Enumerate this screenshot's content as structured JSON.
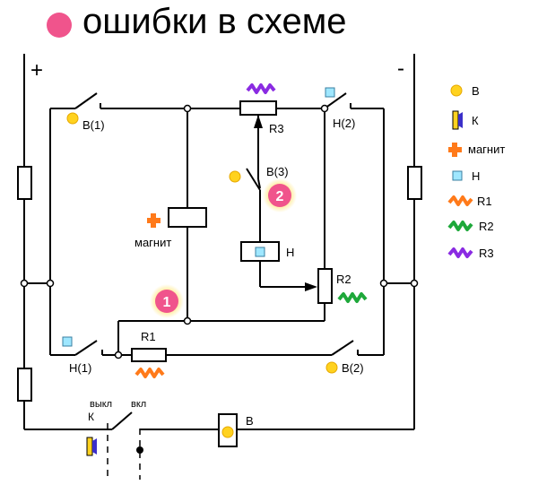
{
  "title": "ошибки в схеме",
  "polarity": {
    "plus": "+",
    "minus": "-"
  },
  "labels": {
    "sw_b1": "В(1)",
    "sw_h2": "Н(2)",
    "r3": "R3",
    "sw_b3": "В(3)",
    "magnet": "магнит",
    "coil_h": "Н",
    "r2": "R2",
    "sw_h1": "Н(1)",
    "r1": "R1",
    "sw_b2": "В(2)",
    "off": "выкл",
    "on": "вкл",
    "key": "К",
    "coil_b": "В"
  },
  "error_markers": [
    "1",
    "2"
  ],
  "legend": [
    {
      "icon": "yellow-circle-icon",
      "label": "В"
    },
    {
      "icon": "key-icon",
      "label": "К"
    },
    {
      "icon": "orange-cross-icon",
      "label": "магнит"
    },
    {
      "icon": "cyan-square-icon",
      "label": "Н"
    },
    {
      "icon": "orange-wave-icon",
      "label": "R1"
    },
    {
      "icon": "green-wave-icon",
      "label": "R2"
    },
    {
      "icon": "purple-wave-icon",
      "label": "R3"
    }
  ],
  "colors": {
    "error_pink": "#f0548c",
    "error_glow": "#ffe98a",
    "yellow": "#ffd21f",
    "orange": "#ff7a1a",
    "cyan": "#9fe7ff",
    "green": "#1ea83a",
    "purple": "#8a2be2",
    "key_blue": "#3b2fc9"
  }
}
